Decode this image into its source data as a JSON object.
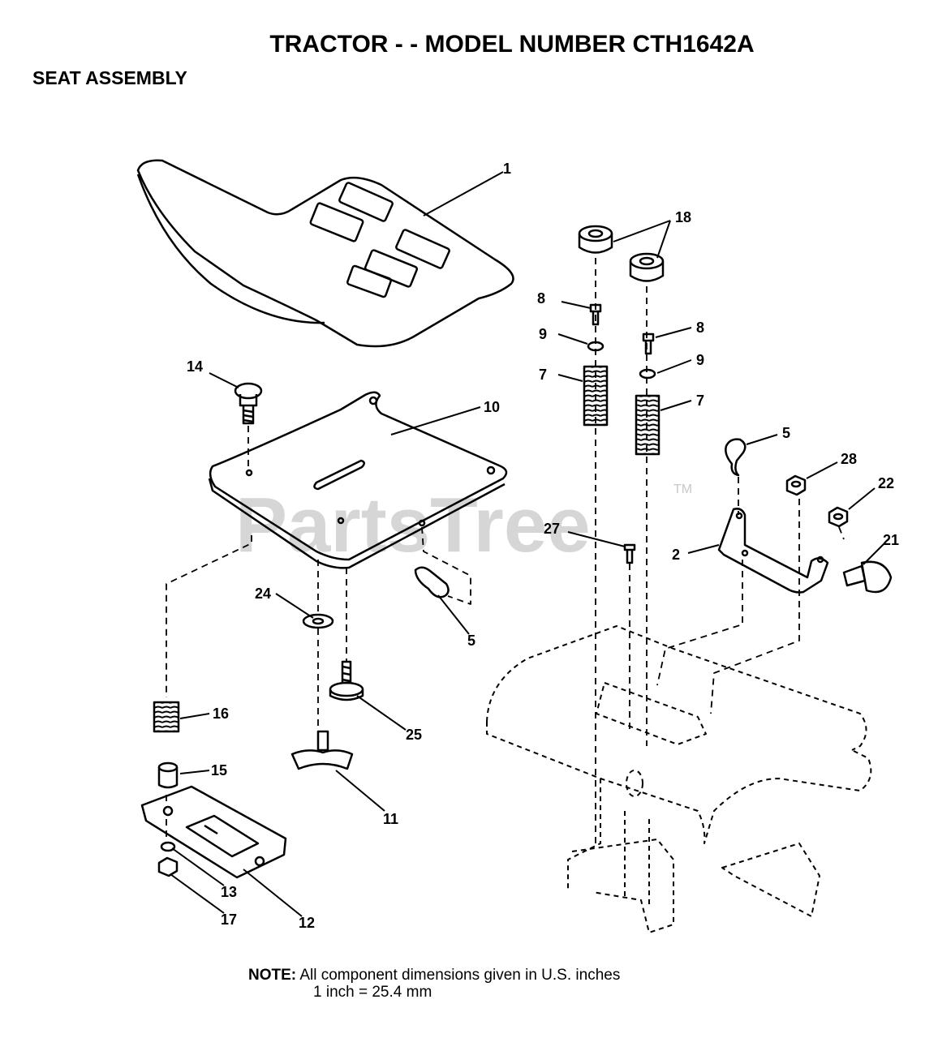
{
  "header": {
    "title": "TRACTOR - - MODEL NUMBER CTH1642A",
    "subtitle": "SEAT ASSEMBLY"
  },
  "watermark": {
    "text": "PartsTree",
    "tm": "TM"
  },
  "callouts": [
    "1",
    "18",
    "8",
    "9",
    "7",
    "8",
    "9",
    "7",
    "5",
    "28",
    "22",
    "21",
    "2",
    "27",
    "14",
    "10",
    "24",
    "5",
    "16",
    "25",
    "15",
    "11",
    "13",
    "17",
    "12"
  ],
  "note": {
    "label": "NOTE:",
    "line1": "All component dimensions given in U.S. inches",
    "line2": "1 inch = 25.4 mm"
  }
}
